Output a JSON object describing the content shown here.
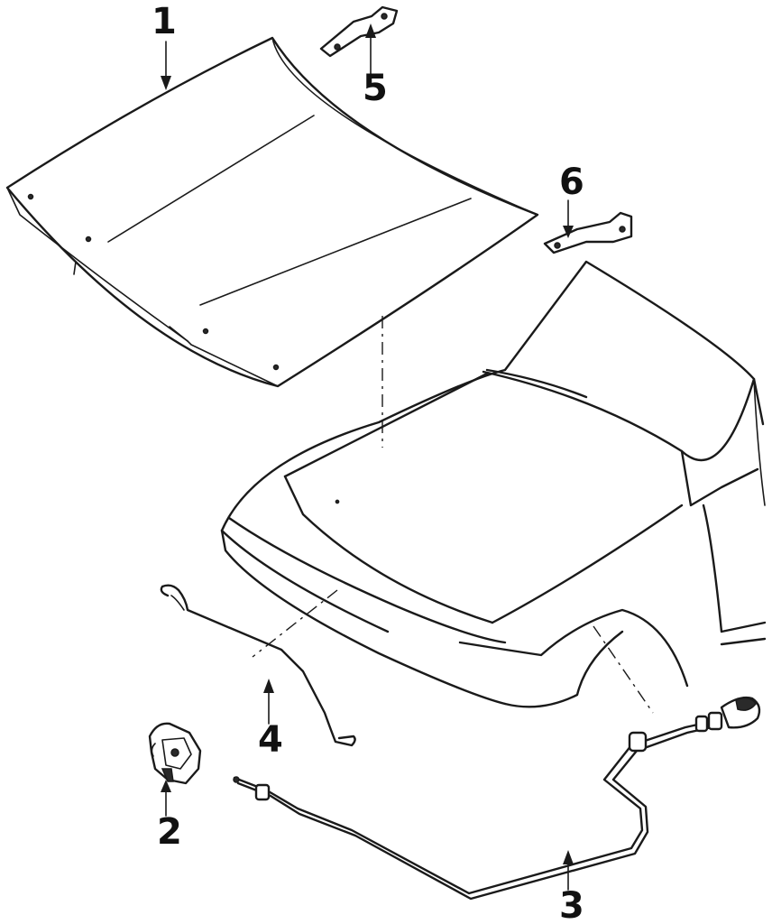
{
  "diagram": {
    "callouts": [
      {
        "id": "1",
        "label": "1",
        "part": "hood-panel"
      },
      {
        "id": "2",
        "label": "2",
        "part": "hood-latch"
      },
      {
        "id": "3",
        "label": "3",
        "part": "release-cable"
      },
      {
        "id": "4",
        "label": "4",
        "part": "support-rod"
      },
      {
        "id": "5",
        "label": "5",
        "part": "left-hinge"
      },
      {
        "id": "6",
        "label": "6",
        "part": "right-hinge"
      }
    ],
    "colors": {
      "line": "#1a1a1a",
      "background": "#ffffff"
    }
  }
}
